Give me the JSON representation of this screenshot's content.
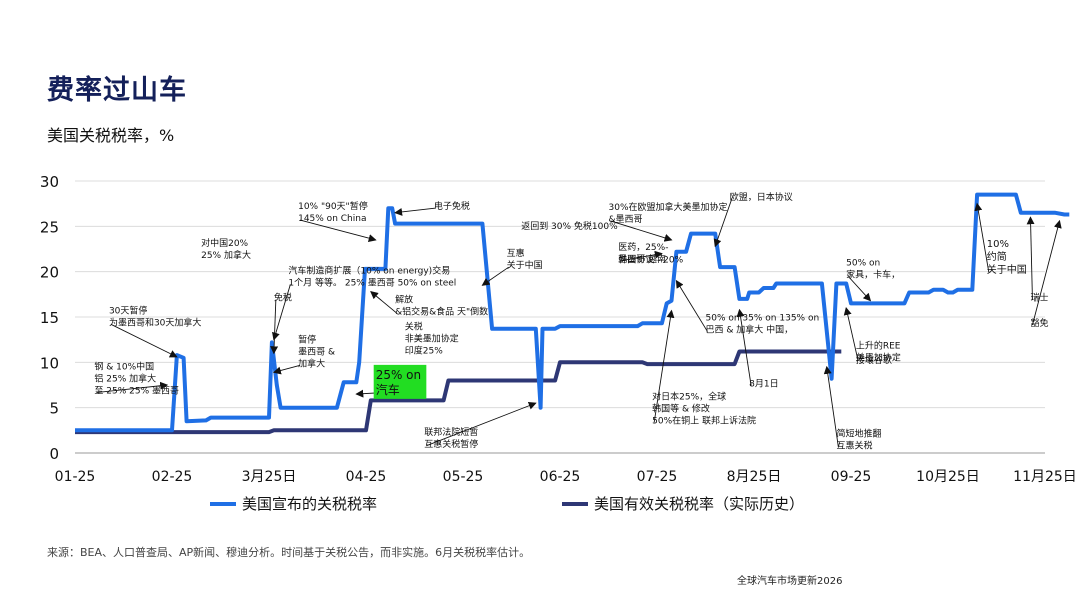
{
  "header": {
    "title": "费率过山车",
    "subtitle": "美国关税税率，%"
  },
  "chart_data": {
    "type": "line",
    "title": "费率过山车",
    "xlabel": "",
    "ylabel": "美国关税税率，%",
    "ylim": [
      0,
      30
    ],
    "yticks": [
      0,
      5,
      10,
      15,
      20,
      25,
      30
    ],
    "grid": true,
    "legend_position": "bottom",
    "x_tick_labels": [
      "01-25",
      "02-25",
      "3月25日",
      "04-25",
      "05-25",
      "06-25",
      "07-25",
      "8月25日",
      "09-25",
      "10月25日",
      "11月25日"
    ],
    "series": [
      {
        "name": "美国宣布的关税税率",
        "color": "#1f6fe5",
        "points": [
          [
            0,
            2.5
          ],
          [
            1.0,
            2.5
          ],
          [
            1.05,
            10.8
          ],
          [
            1.12,
            10.5
          ],
          [
            1.15,
            3.5
          ],
          [
            1.35,
            3.6
          ],
          [
            1.4,
            3.9
          ],
          [
            2.0,
            3.9
          ],
          [
            2.03,
            12.2
          ],
          [
            2.08,
            7.5
          ],
          [
            2.12,
            5.0
          ],
          [
            2.7,
            5.0
          ],
          [
            2.77,
            7.8
          ],
          [
            2.9,
            7.8
          ],
          [
            2.93,
            10.0
          ],
          [
            2.99,
            20.3
          ],
          [
            3.2,
            20.3
          ],
          [
            3.23,
            27.0
          ],
          [
            3.27,
            27.0
          ],
          [
            3.3,
            25.3
          ],
          [
            4.2,
            25.3
          ],
          [
            4.3,
            13.7
          ],
          [
            4.75,
            13.7
          ],
          [
            4.8,
            5.0
          ],
          [
            4.82,
            13.7
          ],
          [
            4.95,
            13.7
          ],
          [
            5.0,
            14.0
          ],
          [
            5.8,
            14.0
          ],
          [
            5.85,
            14.3
          ],
          [
            6.05,
            14.3
          ],
          [
            6.1,
            16.5
          ],
          [
            6.15,
            16.8
          ],
          [
            6.2,
            22.2
          ],
          [
            6.3,
            22.2
          ],
          [
            6.35,
            24.2
          ],
          [
            6.6,
            24.2
          ],
          [
            6.65,
            20.5
          ],
          [
            6.8,
            20.5
          ],
          [
            6.85,
            17.0
          ],
          [
            6.93,
            17.0
          ],
          [
            6.95,
            17.7
          ],
          [
            7.05,
            17.7
          ],
          [
            7.1,
            18.2
          ],
          [
            7.2,
            18.2
          ],
          [
            7.23,
            18.7
          ],
          [
            7.6,
            18.7
          ],
          [
            7.7,
            18.7
          ],
          [
            7.8,
            8.2
          ],
          [
            7.85,
            18.7
          ],
          [
            7.95,
            18.7
          ],
          [
            8.0,
            16.5
          ],
          [
            8.55,
            16.5
          ],
          [
            8.6,
            17.7
          ],
          [
            8.7,
            17.7
          ],
          [
            8.75,
            17.7
          ],
          [
            8.8,
            17.7
          ],
          [
            8.85,
            18.0
          ],
          [
            8.95,
            18.0
          ],
          [
            9.0,
            17.7
          ],
          [
            9.05,
            17.7
          ],
          [
            9.1,
            18.0
          ],
          [
            9.25,
            18.0
          ],
          [
            9.3,
            28.5
          ],
          [
            9.7,
            28.5
          ],
          [
            9.75,
            26.5
          ],
          [
            10.1,
            26.5
          ],
          [
            10.2,
            26.3
          ],
          [
            10.25,
            26.3
          ]
        ]
      },
      {
        "name": "美国有效关税税率（实际历史）",
        "color": "#2e3775",
        "points": [
          [
            0,
            2.3
          ],
          [
            1.0,
            2.3
          ],
          [
            2.0,
            2.3
          ],
          [
            2.05,
            2.5
          ],
          [
            2.9,
            2.5
          ],
          [
            3.0,
            2.5
          ],
          [
            3.05,
            5.8
          ],
          [
            3.6,
            5.8
          ],
          [
            3.8,
            5.8
          ],
          [
            3.85,
            8.0
          ],
          [
            4.5,
            8.0
          ],
          [
            4.95,
            8.0
          ],
          [
            5.0,
            10.0
          ],
          [
            5.85,
            10.0
          ],
          [
            5.9,
            9.8
          ],
          [
            6.5,
            9.8
          ],
          [
            6.8,
            9.8
          ],
          [
            6.85,
            11.2
          ],
          [
            7.9,
            11.2
          ]
        ]
      }
    ],
    "annotations": [
      {
        "id": "a1",
        "lines": [
          "10% \"90天\"暂停",
          "145% on China"
        ],
        "tx": 2.3,
        "ty": 27.9,
        "ax": 3.1,
        "ay": 23.5,
        "fs": 9
      },
      {
        "id": "a2",
        "lines": [
          "电子免税"
        ],
        "tx": 3.7,
        "ty": 27.9,
        "ax": 3.3,
        "ay": 26.5,
        "fs": 9
      },
      {
        "id": "a3",
        "lines": [
          "对中国20%",
          "25% 加拿大"
        ],
        "tx": 1.3,
        "ty": 23.8,
        "ax": null,
        "ay": null,
        "fs": 9
      },
      {
        "id": "a4",
        "lines": [
          "汽车制造商扩展（10% on energy)交易",
          "1个月  等等。 25% 墨西哥  50% on steel"
        ],
        "tx": 2.2,
        "ty": 20.8,
        "ax": 2.05,
        "ay": 12.5,
        "fs": 9
      },
      {
        "id": "a5",
        "lines": [
          "免税"
        ],
        "tx": 2.05,
        "ty": 17.8,
        "ax": 2.05,
        "ay": 11.0,
        "fs": 9
      },
      {
        "id": "a6",
        "lines": [
          "30天暂停",
          "为墨西哥和30天加拿大"
        ],
        "tx": 0.35,
        "ty": 16.4,
        "ax": 1.05,
        "ay": 10.6,
        "fs": 9
      },
      {
        "id": "a7",
        "lines": [
          "钢 & 10%中国",
          "铝 25% 加拿大",
          "至 25% 25% 墨西哥"
        ],
        "tx": 0.2,
        "ty": 10.2,
        "ax": 0.95,
        "ay": 7.5,
        "fs": 9
      },
      {
        "id": "a8",
        "lines": [
          "解放",
          "&铝交易&食品  天\"倒数"
        ],
        "tx": 3.3,
        "ty": 17.6,
        "ax": 3.05,
        "ay": 17.8,
        "fs": 9
      },
      {
        "id": "a9",
        "lines": [
          "关税",
          "非美墨加协定",
          "印度25%"
        ],
        "tx": 3.4,
        "ty": 14.6,
        "ax": null,
        "ay": null,
        "fs": 9
      },
      {
        "id": "a10",
        "lines": [
          "暂停",
          "墨西哥 &",
          "加拿大"
        ],
        "tx": 2.3,
        "ty": 13.2,
        "ax": 2.05,
        "ay": 8.9,
        "fs": 9
      },
      {
        "id": "a11",
        "lines": [
          "25% on",
          "汽车"
        ],
        "tx": 3.1,
        "ty": 9.5,
        "ax": 2.9,
        "ay": 6.5,
        "fs": 12,
        "highlight": "#22dd22"
      },
      {
        "id": "a12",
        "lines": [
          "联邦法院短暂",
          "互惠关税暂停"
        ],
        "tx": 3.6,
        "ty": 3.0,
        "ax": 4.75,
        "ay": 5.5,
        "fs": 9
      },
      {
        "id": "a13",
        "lines": [
          "互惠",
          "关于中国"
        ],
        "tx": 4.45,
        "ty": 22.7,
        "ax": 4.2,
        "ay": 18.5,
        "fs": 9
      },
      {
        "id": "a14",
        "lines": [
          "返回到  30% 免税100%"
        ],
        "tx": 4.6,
        "ty": 25.7,
        "ax": null,
        "ay": null,
        "fs": 9
      },
      {
        "id": "a15",
        "lines": [
          "30%在欧盟加拿大美墨加协定",
          "&墨西哥"
        ],
        "tx": 5.5,
        "ty": 27.8,
        "ax": 6.15,
        "ay": 23.5,
        "fs": 9
      },
      {
        "id": "a16",
        "lines": [
          "欧盟，日本协议"
        ],
        "tx": 6.75,
        "ty": 28.9,
        "ax": 6.6,
        "ay": 22.8,
        "fs": 9
      },
      {
        "id": "a17",
        "lines": [
          "医药，25%-",
          "墨西哥 越南"
        ],
        "tx": 5.6,
        "ty": 23.4,
        "ax": 6.05,
        "ay": 22.0,
        "fs": 9
      },
      {
        "id": "a18",
        "lines": [
          "韩国协议 - 20%"
        ],
        "tx": 5.6,
        "ty": 22.0,
        "ax": null,
        "ay": null,
        "fs": 9
      },
      {
        "id": "a19",
        "lines": [
          "50% on 35% on  135% on",
          "巴西 & 加拿大  中国，"
        ],
        "tx": 6.5,
        "ty": 15.6,
        "ax": 6.2,
        "ay": 19.0,
        "fs": 9
      },
      {
        "id": "a20",
        "lines": [
          "对日本25%，全球",
          "韩国等 &  修改",
          "50%在铜上  联邦上诉法院"
        ],
        "tx": 5.95,
        "ty": 6.9,
        "ax": 6.15,
        "ay": 15.7,
        "fs": 9
      },
      {
        "id": "a21",
        "lines": [
          "8月1日"
        ],
        "tx": 6.95,
        "ty": 8.3,
        "ax": 6.85,
        "ay": 15.8,
        "fs": 9
      },
      {
        "id": "a22",
        "lines": [
          "50% on",
          "家具，卡车，"
        ],
        "tx": 7.95,
        "ty": 21.7,
        "ax": 8.2,
        "ay": 16.8,
        "fs": 9
      },
      {
        "id": "a23",
        "lines": [
          "上升的REE",
          "美墨加协定"
        ],
        "tx": 8.05,
        "ty": 12.5,
        "ax": 7.95,
        "ay": 16.0,
        "fs": 9
      },
      {
        "id": "a24",
        "lines": [
          "接壤谷歌"
        ],
        "tx": 8.05,
        "ty": 10.9,
        "ax": null,
        "ay": null,
        "fs": 9
      },
      {
        "id": "a25",
        "lines": [
          "简短地推翻",
          "互惠关税"
        ],
        "tx": 7.85,
        "ty": 2.8,
        "ax": 7.75,
        "ay": 9.5,
        "fs": 9
      },
      {
        "id": "a26",
        "lines": [
          "10%",
          "约简",
          "关于中国"
        ],
        "tx": 9.4,
        "ty": 23.8,
        "ax": 9.3,
        "ay": 27.5,
        "fs": 10
      },
      {
        "id": "a27",
        "lines": [
          "瑞士"
        ],
        "tx": 9.85,
        "ty": 17.8,
        "ax": 9.85,
        "ay": 26.0,
        "fs": 9
      },
      {
        "id": "a28",
        "lines": [
          "豁免"
        ],
        "tx": 9.85,
        "ty": 15.0,
        "ax": 10.15,
        "ay": 25.6,
        "fs": 9
      }
    ]
  },
  "source": "来源：BEA、人口普查局、AP新闻、穆迪分析。时间基于关税公告，而非实施。6月关税税率估计。",
  "footer": "全球汽车市场更新2026"
}
